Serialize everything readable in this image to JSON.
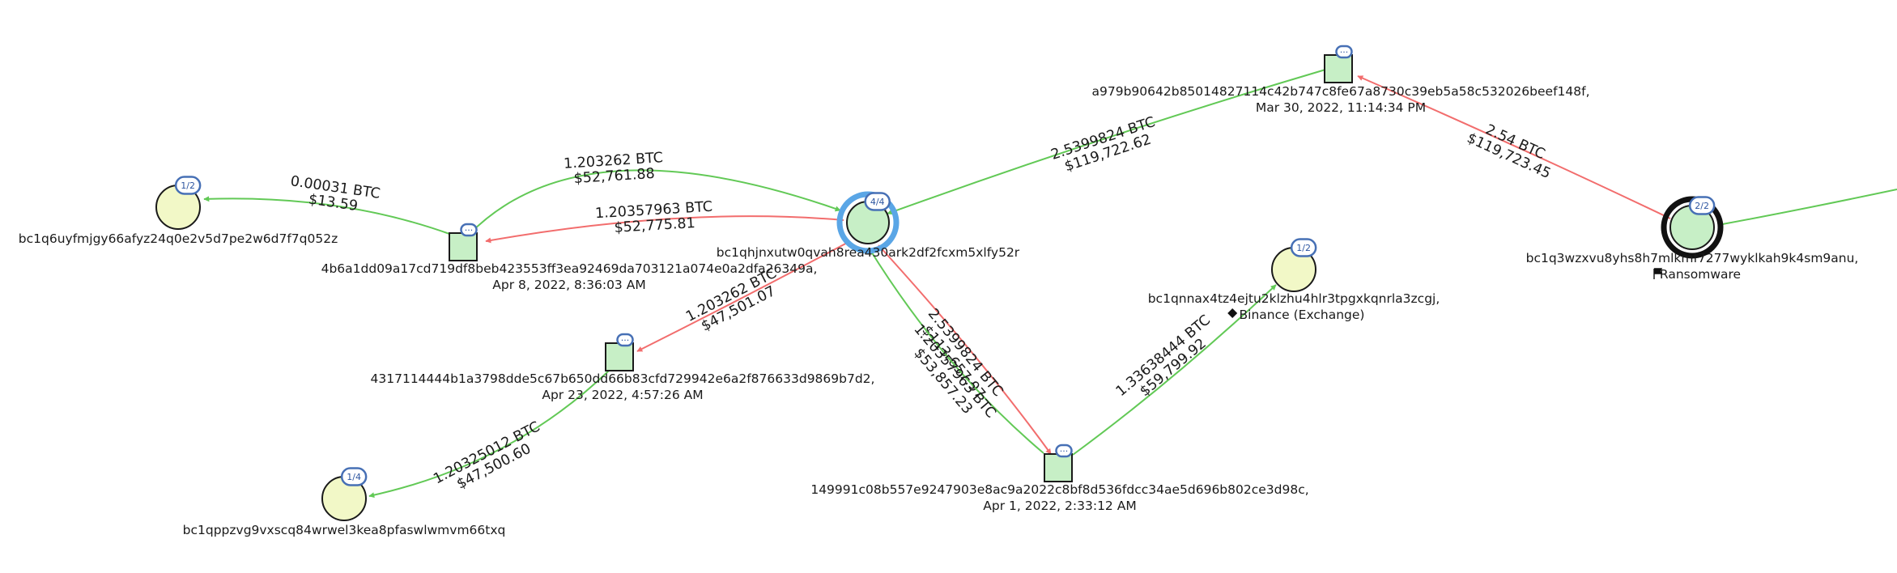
{
  "colors": {
    "edge_in": "#62c956",
    "edge_out": "#f26d6d",
    "address_fill": "#f2f8c7",
    "tx_fill": "#c7efc6",
    "selected_ring": "#5aa6e6",
    "badge_border": "#4770b5",
    "node_stroke": "#1a1a1a"
  },
  "nodes": [
    {
      "id": "addr_main",
      "kind": "address",
      "selected": true,
      "badge": "4/4",
      "label": "bc1qhjnxutw0qvah8rea430ark2df2fcxm5xlfy52r",
      "tag": null
    },
    {
      "id": "addr_left",
      "kind": "address",
      "badge": "1/2",
      "label": "bc1q6uyfmjgy66afyz24q0e2v5d7pe2w6d7f7q052z",
      "tag": null
    },
    {
      "id": "addr_bottom",
      "kind": "address",
      "badge": "1/4",
      "label": "bc1qppzvg9vxscq84wrwel3kea8pfaswlwmvm66txq",
      "tag": null
    },
    {
      "id": "addr_binance",
      "kind": "address",
      "badge": "1/2",
      "label": "bc1qnnax4tz4ejtu2klzhu4hlr3tpgxkqnrla3zcgj,",
      "tag": "Binance (Exchange)",
      "tag_icon": "diamond-icon"
    },
    {
      "id": "addr_ransom",
      "kind": "address",
      "emphasized": true,
      "badge": "2/2",
      "label": "bc1q3wzxvu8yhs8h7mlkmf7277wyklkah9k4sm9anu,",
      "tag": "Ransomware",
      "tag_icon": "flag-icon"
    },
    {
      "id": "tx_left",
      "kind": "transaction",
      "badge": "···",
      "label": "4b6a1dd09a17cd719df8beb423553ff3ea92469da703121a074e0a2dfa26349a,",
      "date": "Apr 8, 2022, 8:36:03 AM"
    },
    {
      "id": "tx_mid",
      "kind": "transaction",
      "badge": "···",
      "label": "4317114444b1a3798dde5c67b650dd66b83cfd729942e6a2f876633d9869b7d2,",
      "date": "Apr 23, 2022, 4:57:26 AM"
    },
    {
      "id": "tx_bottom",
      "kind": "transaction",
      "badge": "···",
      "label": "149991c08b557e9247903e8ac9a2022c8bf8d536fdcc34ae5d696b802ce3d98c,",
      "date": "Apr 1, 2022, 2:33:12 AM"
    },
    {
      "id": "tx_top",
      "kind": "transaction",
      "badge": "···",
      "label": "a979b90642b85014827114c42b747c8fe67a8730c39eb5a58c532026beef148f,",
      "date": "Mar 30, 2022, 11:14:34 PM"
    }
  ],
  "edges": [
    {
      "from": "tx_left",
      "to": "addr_left",
      "kind": "in",
      "btc": "0.00031 BTC",
      "usd": "$13.59"
    },
    {
      "from": "tx_left",
      "to": "addr_main",
      "kind": "in",
      "btc": "1.203262 BTC",
      "usd": "$52,761.88"
    },
    {
      "from": "addr_main",
      "to": "tx_left",
      "kind": "out",
      "btc": "1.20357963 BTC",
      "usd": "$52,775.81"
    },
    {
      "from": "addr_main",
      "to": "tx_mid",
      "kind": "out",
      "btc": "1.203262 BTC",
      "usd": "$47,501.07"
    },
    {
      "from": "tx_mid",
      "to": "addr_bottom",
      "kind": "in",
      "btc": "1.20325012 BTC",
      "usd": "$47,500.60"
    },
    {
      "from": "addr_main",
      "to": "tx_bottom",
      "kind": "out",
      "btc": "2.5399824 BTC",
      "usd": "$113,657.97"
    },
    {
      "from": "tx_bottom",
      "to": "addr_main",
      "kind": "in",
      "btc": "1.20357963 BTC",
      "usd": "$53,857.23"
    },
    {
      "from": "tx_bottom",
      "to": "addr_binance",
      "kind": "in",
      "btc": "1.33638444 BTC",
      "usd": "$59,799.92"
    },
    {
      "from": "tx_top",
      "to": "addr_main",
      "kind": "in",
      "btc": "2.5399824 BTC",
      "usd": "$119,722.62"
    },
    {
      "from": "addr_ransom",
      "to": "tx_top",
      "kind": "out",
      "btc": "2.54 BTC",
      "usd": "$119,723.45"
    },
    {
      "from": "offscreen",
      "to": "addr_ransom",
      "kind": "in",
      "btc": "",
      "usd": ""
    }
  ]
}
